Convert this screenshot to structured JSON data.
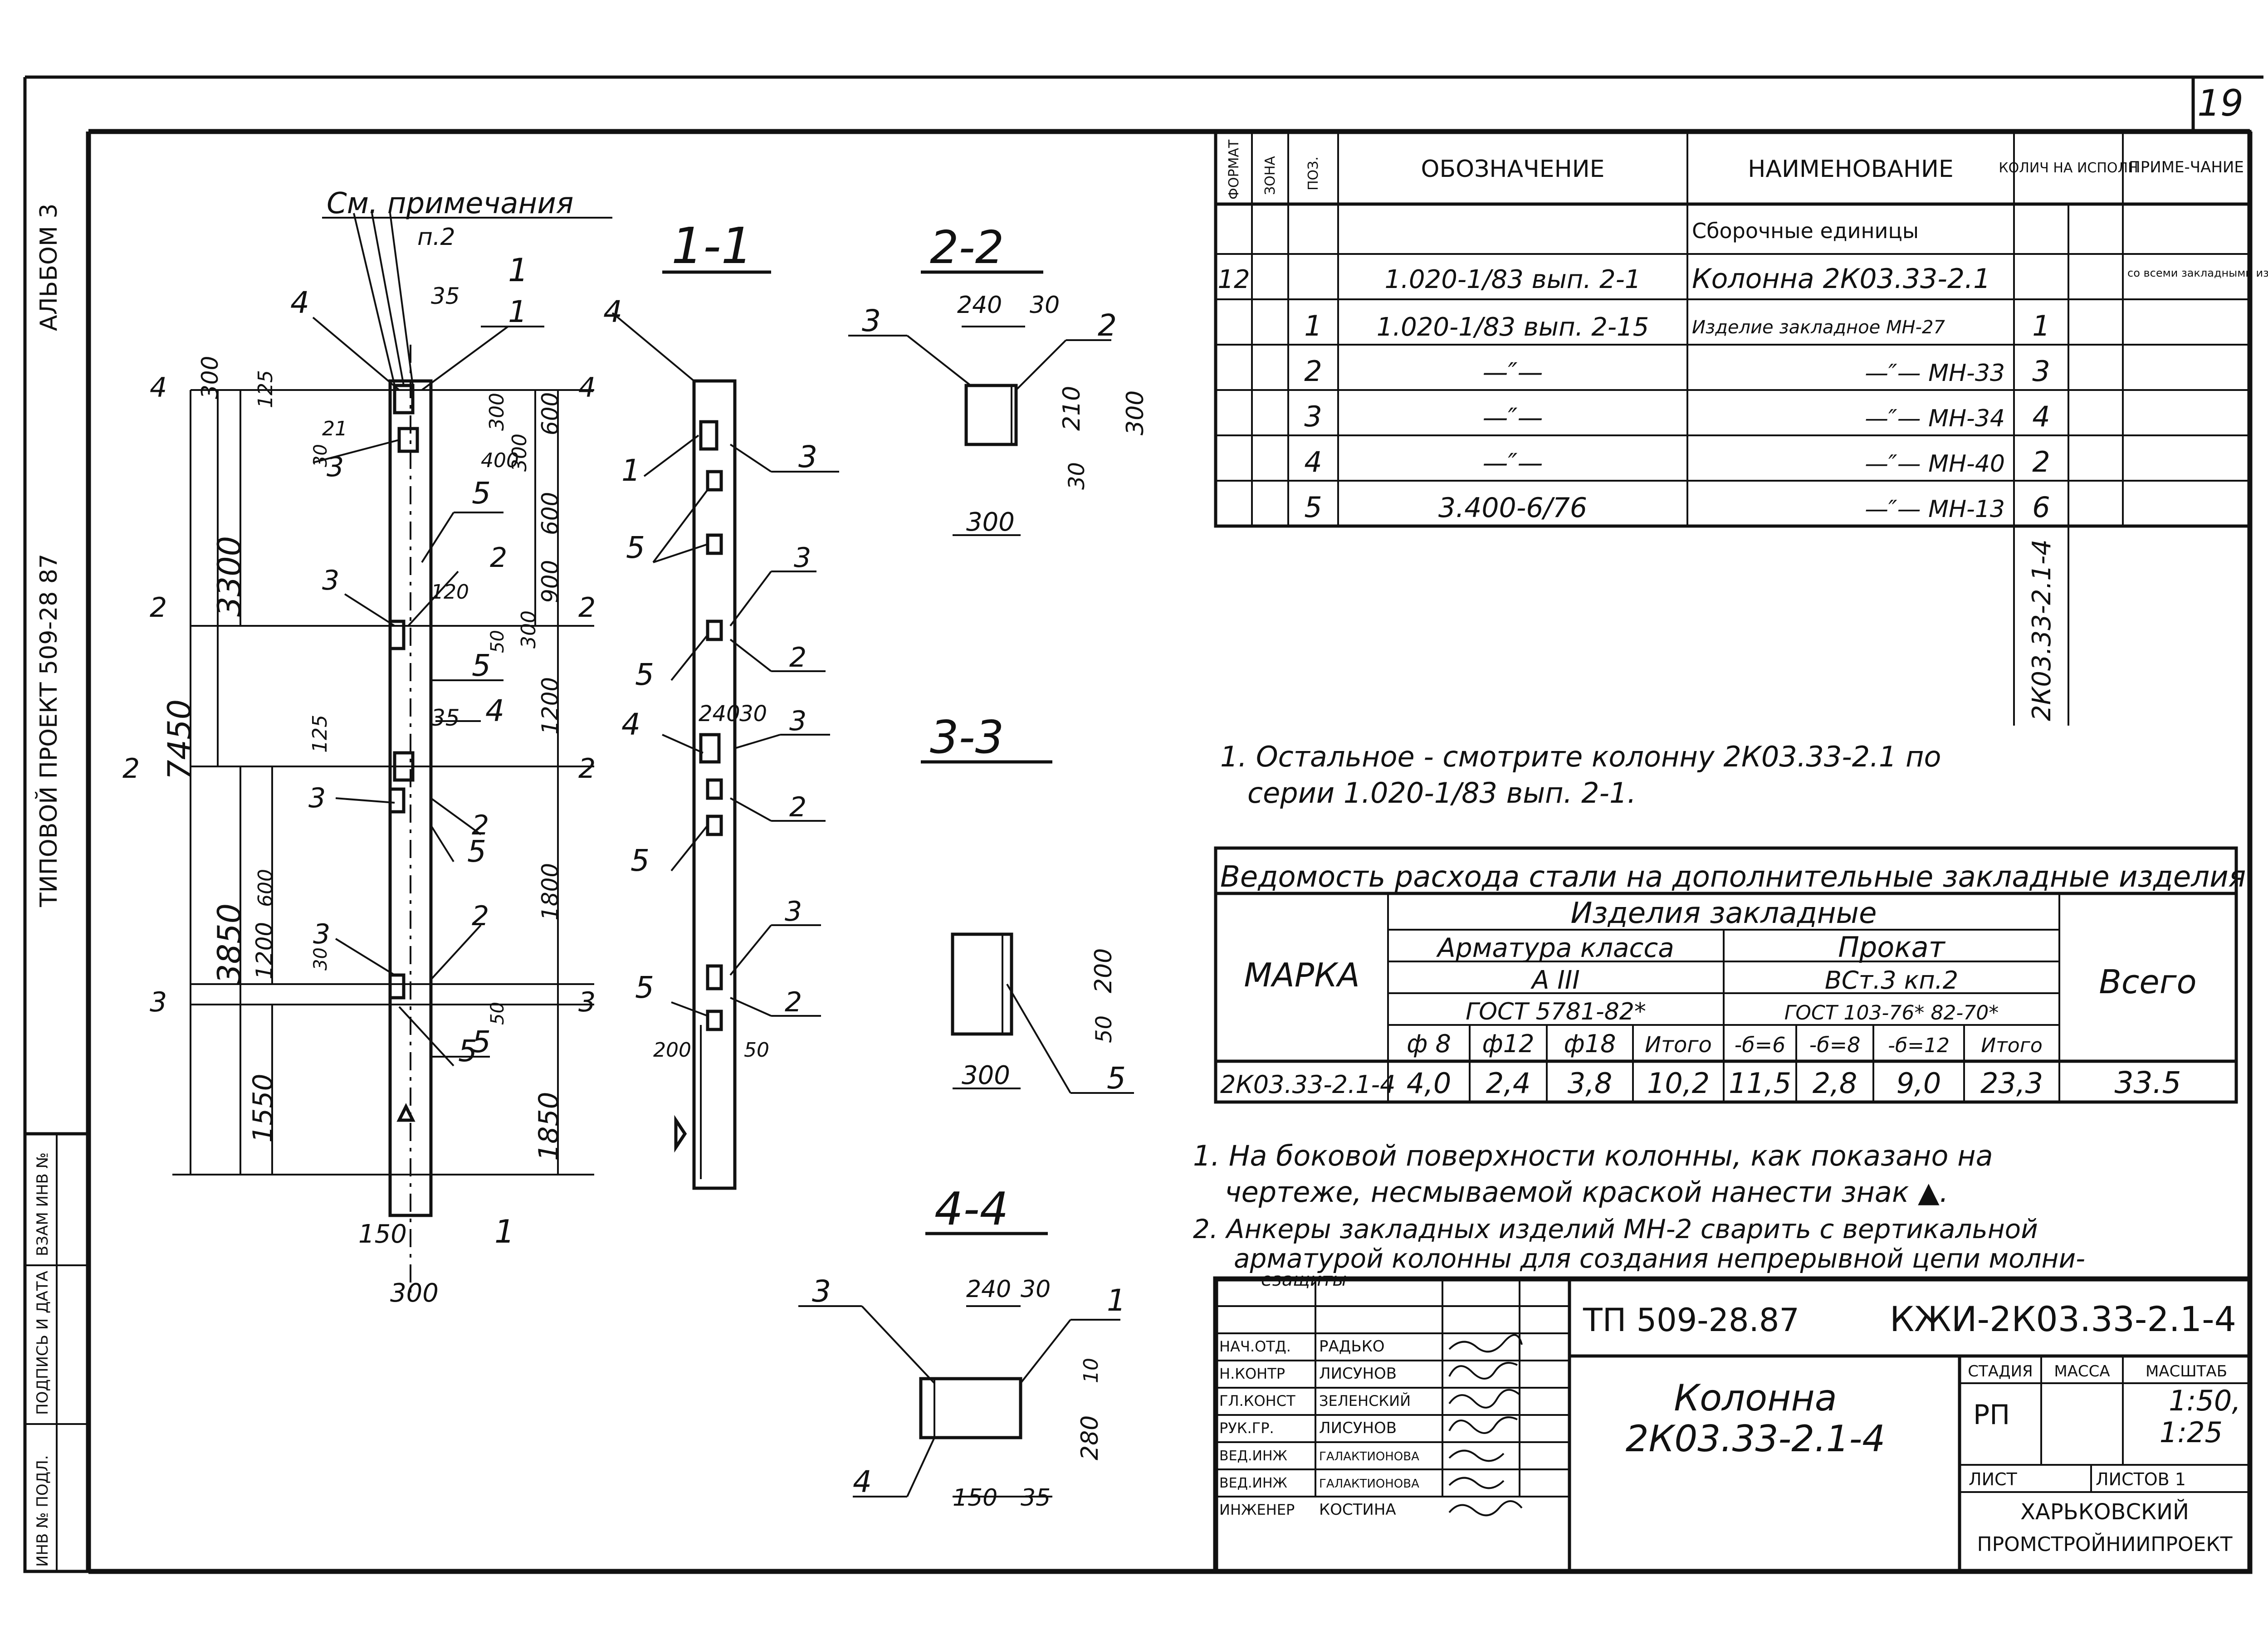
{
  "sheet": {
    "number": "19",
    "album_label": "АЛЬБОМ 3",
    "project_label": "ТИПОВОЙ ПРОЕКТ 509-28 87",
    "side_stamp": [
      "ИНВ № ПОДЛ.",
      "ПОДПИСЬ И ДАТА",
      "ВЗАМ ИНВ №"
    ]
  },
  "section_titles": {
    "s11": "1-1",
    "s22": "2-2",
    "s33": "3-3",
    "s44": "4-4",
    "note_ref_1": "См. примечания",
    "note_ref_2": "п.2"
  },
  "elevation_dims": {
    "top": [
      "300",
      "125",
      "35",
      "120",
      "300",
      "400",
      "300",
      "600",
      "600",
      "900",
      "300",
      "1200",
      "125",
      "35",
      "1800",
      "600",
      "1200",
      "1550",
      "3300",
      "3850",
      "7450",
      "1850",
      "150",
      "300",
      "50",
      "50",
      "21",
      "30",
      "30"
    ],
    "section_marks": [
      "4",
      "4",
      "2",
      "2",
      "2",
      "2",
      "3",
      "3",
      "1",
      "1"
    ]
  },
  "callout_numbers": {
    "elev": [
      "4",
      "1",
      "3",
      "5",
      "5",
      "2",
      "3",
      "5",
      "4",
      "3",
      "2",
      "5",
      "3",
      "2",
      "5"
    ],
    "s11": [
      "4",
      "1",
      "3",
      "5",
      "3",
      "2",
      "5",
      "4",
      "3",
      "2",
      "5",
      "3",
      "2",
      "5"
    ],
    "s22": [
      "3",
      "2"
    ],
    "s33": [
      "5"
    ],
    "s44": [
      "3",
      "1",
      "4"
    ]
  },
  "section_dims": {
    "s22": [
      "240",
      "30",
      "210",
      "300",
      "30",
      "300"
    ],
    "s11": [
      "240",
      "30",
      "200",
      "50"
    ],
    "s33": [
      "200",
      "50",
      "300"
    ],
    "s44": [
      "240",
      "30",
      "10",
      "280",
      "150",
      "35"
    ]
  },
  "spec_table": {
    "headers": [
      "ФОРМАТ",
      "ЗОНА",
      "ПОЗ.",
      "ОБОЗНАЧЕНИЕ",
      "НАИМЕНОВАНИЕ",
      "КОЛИЧ НА ИСПОЛН",
      "ПРИМЕ-ЧАНИЕ"
    ],
    "group": "Сборочные единицы",
    "rows": [
      {
        "fmt": "12",
        "pos": "",
        "designation": "1.020-1/83 вып. 2-1",
        "name": "Колонна 2К03.33-2.1",
        "qty": "",
        "note": "со всеми закладными изд."
      },
      {
        "fmt": "",
        "pos": "1",
        "designation": "1.020-1/83 вып. 2-15",
        "name": "Изделие закладное МН-27",
        "qty": "1",
        "note": ""
      },
      {
        "fmt": "",
        "pos": "2",
        "designation": "—″—",
        "name": "—″— МН-33",
        "qty": "3",
        "note": ""
      },
      {
        "fmt": "",
        "pos": "3",
        "designation": "—″—",
        "name": "—″— МН-34",
        "qty": "4",
        "note": ""
      },
      {
        "fmt": "",
        "pos": "4",
        "designation": "—″—",
        "name": "—″— МН-40",
        "qty": "2",
        "note": ""
      },
      {
        "fmt": "",
        "pos": "5",
        "designation": "3.400-6/76",
        "name": "—″— МН-13",
        "qty": "6",
        "note": ""
      }
    ],
    "side_mark": "2К03.33-2.1-4"
  },
  "note_top": {
    "line1": "1. Остальное - смотрите колонну 2К03.33-2.1 по",
    "line2": "серии 1.020-1/83 вып. 2-1."
  },
  "steel_table": {
    "title": "Ведомость расхода стали на дополнительные закладные изделия",
    "marka_header": "МАРКА",
    "group_header": "Изделия закладные",
    "armatura_header": "Арматура класса",
    "armatura_class": "А III",
    "armatura_gost": "ГОСТ 5781-82*",
    "prokat_header": "Прокат",
    "prokat_class": "ВСт.3 кп.2",
    "prokat_gost": "ГОСТ 103-76* 82-70*",
    "total_header": "Всего",
    "cols": [
      "ф 8",
      "ф12",
      "ф18",
      "Итого",
      "-б=6",
      "-б=8",
      "-б=12",
      "Итого"
    ],
    "row_mark": "2К03.33-2.1-4",
    "row_values": [
      "4,0",
      "2,4",
      "3,8",
      "10,2",
      "11,5",
      "2,8",
      "9,0",
      "23,3"
    ],
    "row_total": "33.5"
  },
  "notes_bottom": {
    "n1a": "1. На боковой поверхности колонны, как показано на",
    "n1b": "чертеже, несмываемой краской нанести знак ▲.",
    "n2a": "2. Анкеры закладных изделий МН-2 сварить с вертикальной",
    "n2b": "арматурой колонны для создания непрерывной цепи молни-",
    "n2c": "езащиты"
  },
  "title_block": {
    "project_code": "ТП 509-28.87",
    "drawing_code": "КЖИ-2К03.33-2.1-4",
    "roles": [
      "НАЧ.ОТД.",
      "Н.КОНТР",
      "ГЛ.КОНСТ",
      "РУК.ГР.",
      "ВЕД.ИНЖ",
      "ВЕД.ИНЖ",
      "ИНЖЕНЕР"
    ],
    "names": [
      "РАДЬКО",
      "ЛИСУНОВ",
      "ЗЕЛЕНСКИЙ",
      "ЛИСУНОВ",
      "ГАЛАКТИОНОВА",
      "ГАЛАКТИОНОВА",
      "КОСТИНА"
    ],
    "name_line1": "Колонна",
    "name_line2": "2К03.33-2.1-4",
    "stage_label": "СТАДИЯ",
    "mass_label": "МАССА",
    "scale_label": "МАСШТАБ",
    "stage": "РП",
    "scale1": "1:50,",
    "scale2": "1:25",
    "sheet_label": "ЛИСТ",
    "sheets_label": "ЛИСТОВ 1",
    "org1": "ХАРЬКОВСКИЙ",
    "org2": "ПРОМСТРОЙНИИПРОЕКТ"
  }
}
